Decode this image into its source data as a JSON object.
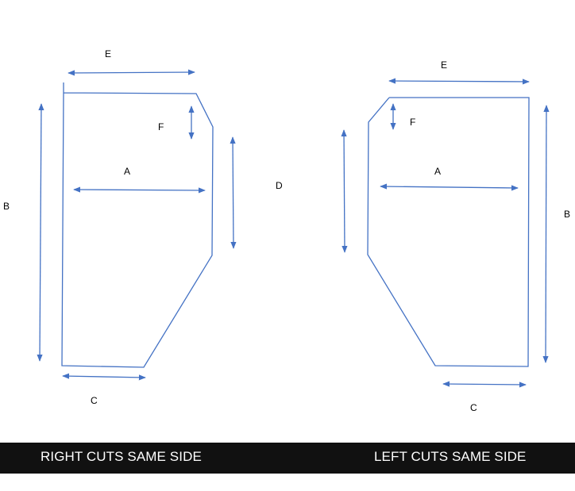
{
  "colors": {
    "line": "#4472c4",
    "footer_bg": "#111111",
    "footer_text": "#ffffff"
  },
  "right_cut": {
    "labels": {
      "a": "A",
      "b": "B",
      "c": "C",
      "d": "D",
      "e": "E",
      "f": "F"
    }
  },
  "left_cut": {
    "labels": {
      "a": "A",
      "b": "B",
      "c": "C",
      "e": "E",
      "f": "F"
    }
  },
  "footer": {
    "right_caption": "RIGHT CUTS SAME SIDE",
    "left_caption": "LEFT CUTS SAME SIDE"
  }
}
